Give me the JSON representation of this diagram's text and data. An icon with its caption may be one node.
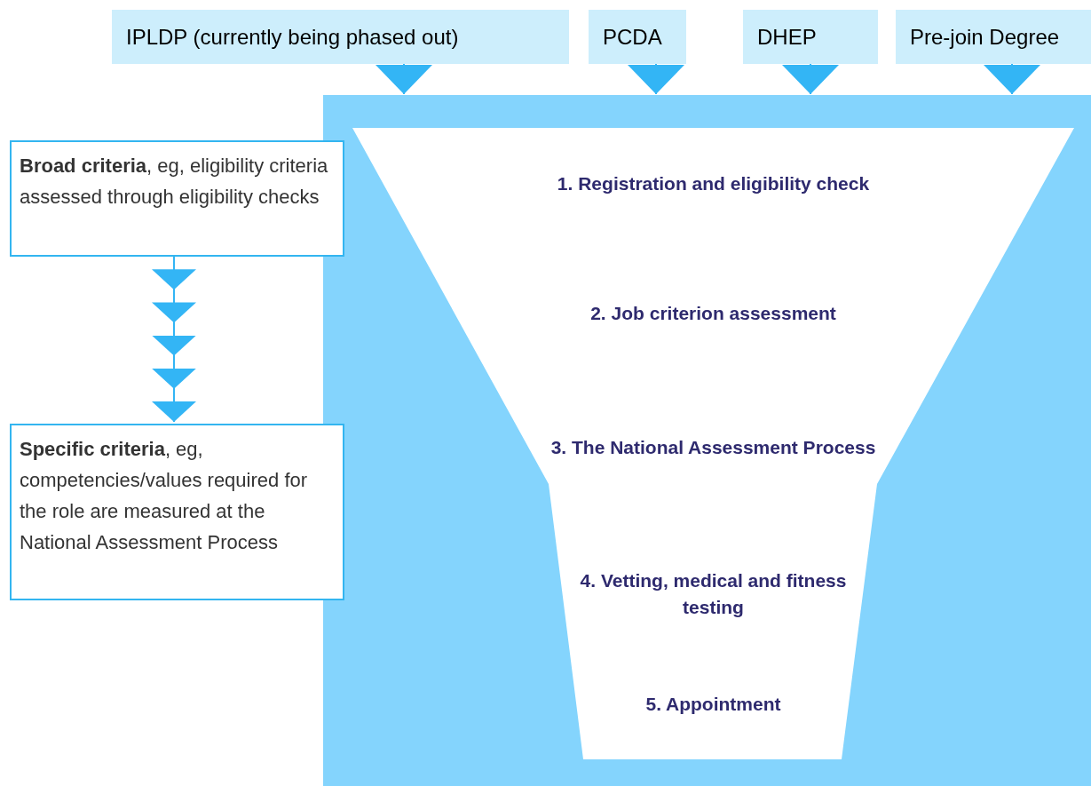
{
  "diagram": {
    "nodes": [
      {
        "text": [
          "IPLDP (currently being phased out)"
        ]
      },
      {
        "text": [
          "PCDA"
        ]
      },
      {
        "text": [
          "DHEP"
        ]
      },
      {
        "text": [
          "Pre-join Degree"
        ]
      },
      {
        "text": [],
        "shape": "box"
      },
      {
        "text": [
          "1. Registration and eligibility check",
          "2. Job criterion assessment",
          "3. The National Assessment Process",
          "4. Vetting, medical and fitness testing",
          "5. Appointment"
        ],
        "in": 4
      },
      {
        "text": [
          "**Broad criteria**, eg, eligibility criteria assessed through eligibility checks"
        ]
      },
      {
        "text": [
          "**Specific criteria**, eg, competencies/values required for the role are measured at the National Assessment Process"
        ]
      }
    ],
    "edges": [
      {
        "from": 0,
        "to": 4,
        "arrow": "to"
      },
      {
        "from": 1,
        "to": 4,
        "arrow": "to"
      },
      {
        "from": 2,
        "to": 4,
        "arrow": "to"
      },
      {
        "from": 3,
        "to": 4,
        "arrow": "to"
      },
      {
        "from": 6,
        "to": 7,
        "arrow": "to"
      }
    ]
  }
}
